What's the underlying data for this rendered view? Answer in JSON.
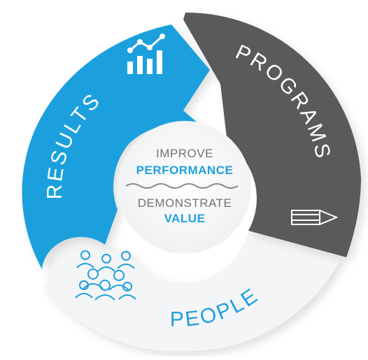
{
  "segments": {
    "results": {
      "label": "RESULTS",
      "icon": "bar-chart-icon"
    },
    "programs": {
      "label": "PROGRAMS",
      "icon": "pencil-icon"
    },
    "people": {
      "label": "PEOPLE",
      "icon": "people-group-icon"
    }
  },
  "hub": {
    "line1": "IMPROVE",
    "line2": "PERFORMANCE",
    "line3": "DEMONSTRATE",
    "line4": "VALUE"
  },
  "colors": {
    "blue": "#1EA0DD",
    "gray": "#585A5C",
    "light": "#F4F5F6",
    "hub_text": "#707274"
  }
}
